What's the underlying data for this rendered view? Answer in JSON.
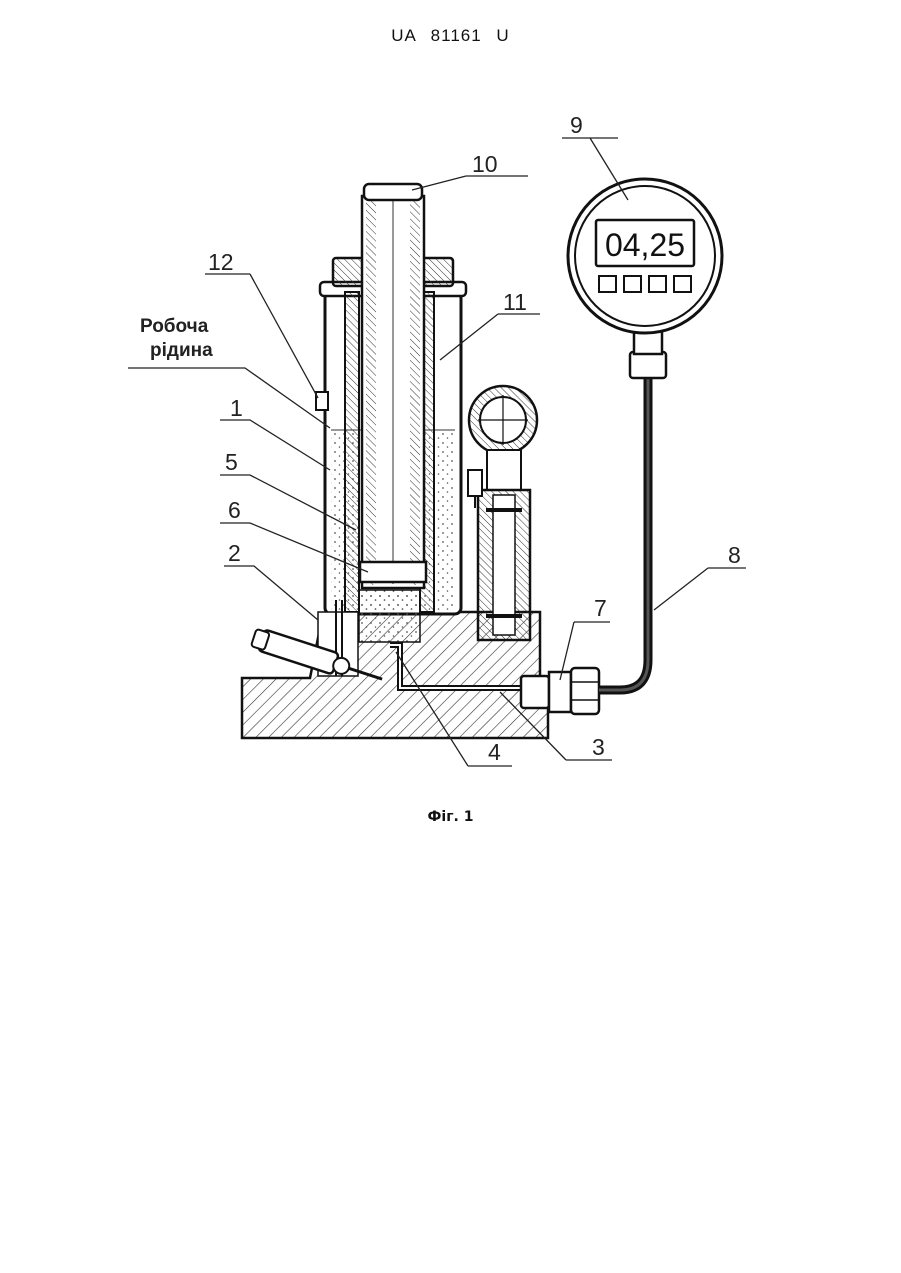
{
  "header": {
    "patent_number": "UA   81161   U"
  },
  "figure": {
    "caption": "Фіг. 1",
    "fluid_label_line1": "Робоча",
    "fluid_label_line2": "рідина",
    "gauge_reading": "04,25",
    "part_labels": {
      "p1": "1",
      "p2": "2",
      "p3": "3",
      "p4": "4",
      "p5": "5",
      "p6": "6",
      "p7": "7",
      "p8": "8",
      "p9": "9",
      "p10": "10",
      "p11": "11",
      "p12": "12"
    }
  }
}
